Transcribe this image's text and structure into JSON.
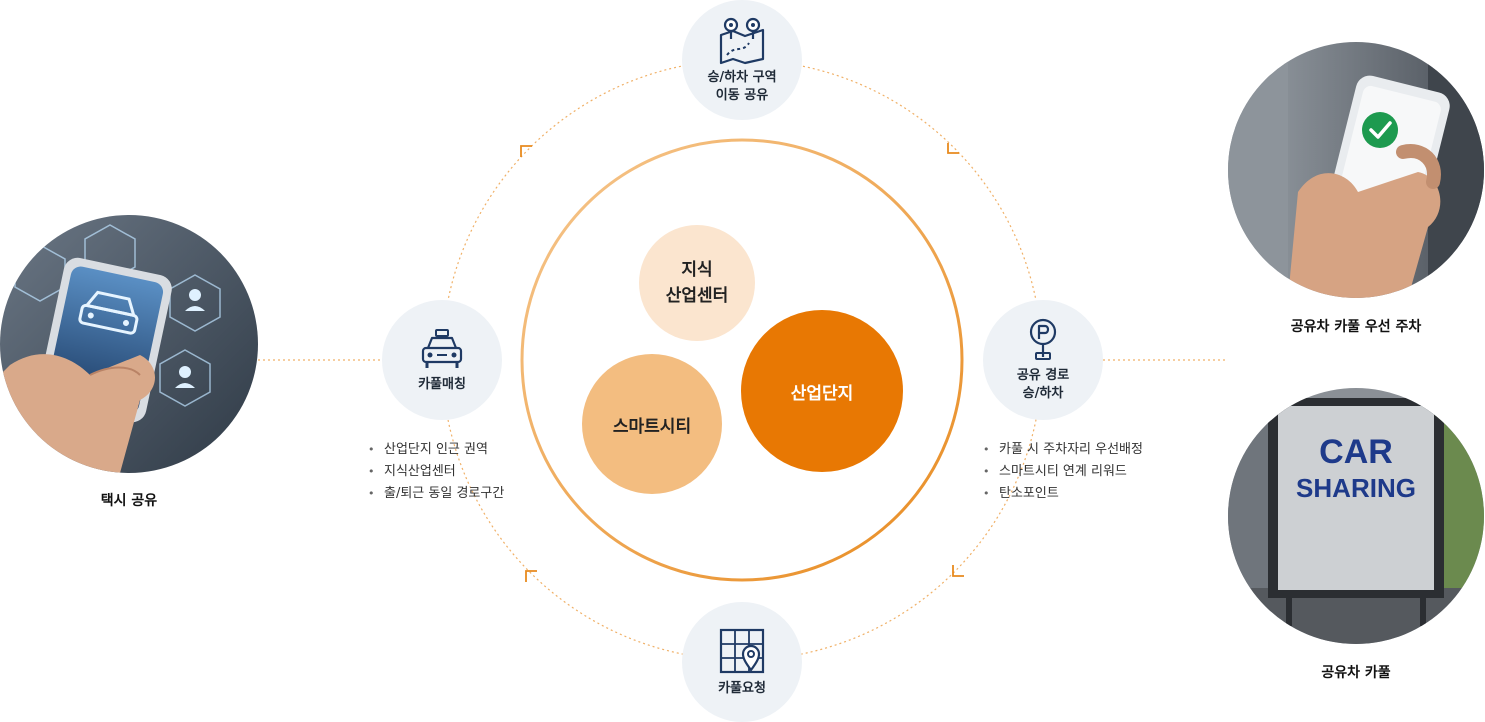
{
  "center": {
    "knowledge": "지식\n산업센터",
    "smart_city": "스마트시티",
    "industrial": "산업단지"
  },
  "nodes": {
    "top": {
      "label": "승/하차 구역\n이동 공유",
      "icon": "map-route-icon"
    },
    "bottom": {
      "label": "카풀요청",
      "icon": "grid-map-pin-icon"
    },
    "left": {
      "label": "카풀매칭",
      "icon": "taxi-icon"
    },
    "right": {
      "label": "공유 경로\n승/하차",
      "icon": "parking-sign-icon"
    }
  },
  "bullets_left": [
    "산업단지 인근 권역",
    "지식산업센터",
    "출/퇴근 동일 경로구간"
  ],
  "bullets_right": [
    "카풀 시 주차자리 우선배정",
    "스마트시티 연계 리워드",
    "탄소포인트"
  ],
  "photos": {
    "taxi": {
      "caption": "택시 공유"
    },
    "priority": {
      "caption": "공유차 카풀 우선 주차"
    },
    "carsharing": {
      "caption": "공유차 카풀",
      "sign_line1": "CAR",
      "sign_line2": "SHARING"
    }
  },
  "colors": {
    "accent_orange": "#e87803",
    "light_orange": "#f3bd80",
    "pale_orange": "#fbe5cf",
    "node_bg": "#eef2f6",
    "icon_navy": "#1f3a64"
  }
}
